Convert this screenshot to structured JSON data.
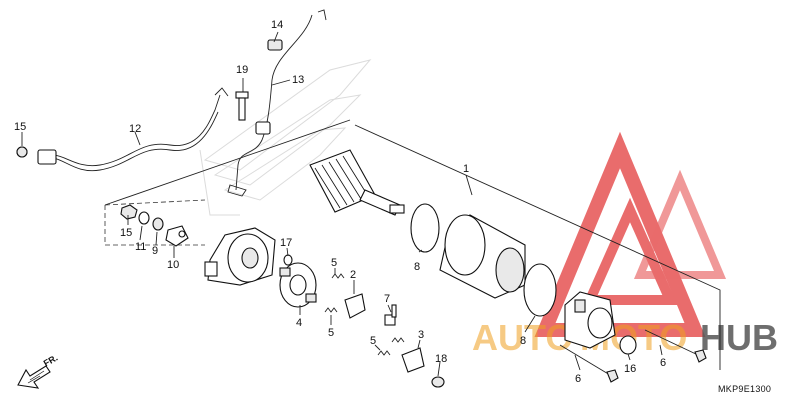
{
  "diagram_code": "MKP9E1300",
  "front_label": "FR.",
  "watermark": {
    "brand_left": "AUTO",
    "brand_mid": "MOTO",
    "brand_right": "HUB",
    "color_red": "#e23b3b",
    "color_orange": "#f0a020",
    "color_gray": "#555555"
  },
  "callouts": [
    "1",
    "2",
    "3",
    "4",
    "5",
    "5",
    "5",
    "6",
    "6",
    "7",
    "8",
    "8",
    "9",
    "10",
    "11",
    "12",
    "13",
    "14",
    "15",
    "15",
    "16",
    "17",
    "18",
    "19"
  ]
}
